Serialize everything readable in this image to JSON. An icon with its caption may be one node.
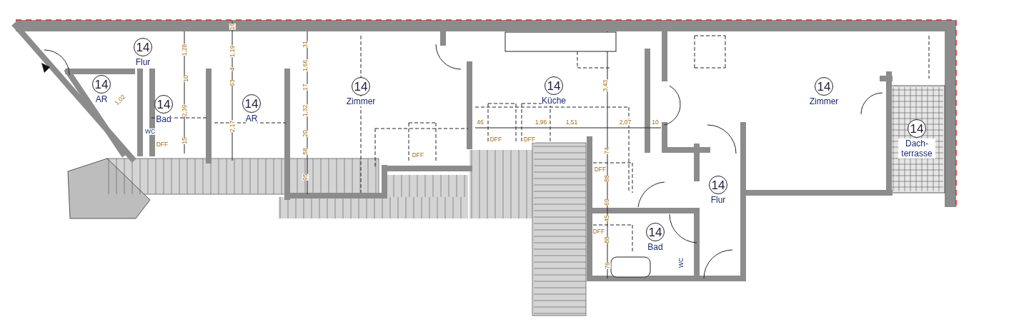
{
  "diagram": {
    "nodes": [
      {
        "text": [
          "14",
          "Flur"
        ]
      },
      {
        "text": [
          "14",
          "AR"
        ]
      },
      {
        "text": [
          "14",
          "Bad"
        ]
      },
      {
        "text": [
          "14",
          "AR"
        ]
      },
      {
        "text": [
          "14",
          "Zimmer"
        ]
      },
      {
        "text": [
          "14",
          "Küche"
        ]
      },
      {
        "text": [
          "14",
          "Zimmer"
        ]
      },
      {
        "text": [
          "14",
          "Dach- terrasse"
        ]
      },
      {
        "text": [
          "14",
          "Flur"
        ]
      },
      {
        "text": [
          "14",
          "Bad"
        ]
      }
    ],
    "edges": [],
    "labels": [
      "16",
      "1,28",
      "1,19",
      "4",
      "10",
      "63",
      "2,39",
      "2,17",
      "1,02",
      "WC",
      "15",
      "DFF",
      "31",
      "1,66",
      "17",
      "1,32",
      "20",
      "58",
      "95",
      "DFF",
      "3,43",
      "46",
      "1,96",
      "1,51",
      "2,07",
      "10",
      "DFF",
      "DFF",
      "74",
      "DFF",
      "88",
      "69",
      "45",
      "DFF",
      "88",
      "76",
      "WC"
    ]
  }
}
